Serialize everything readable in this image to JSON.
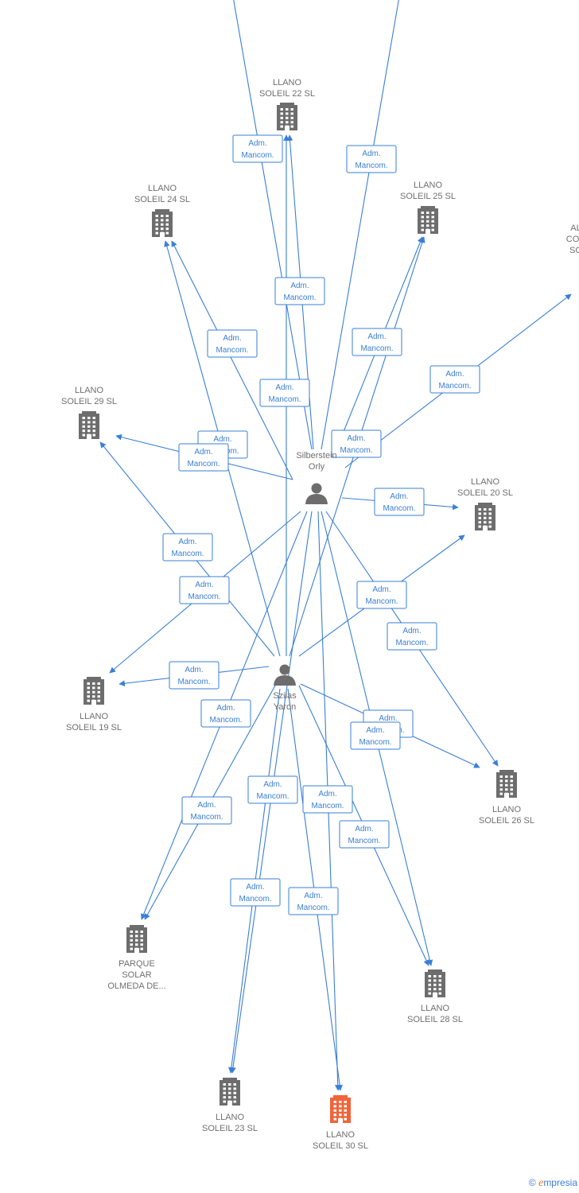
{
  "colors": {
    "edge": "#3a7fd5",
    "building": "#6d6d6d",
    "building_highlight": "#f0643a",
    "person": "#6d6d6d",
    "label": "#6f6f6f"
  },
  "persons": [
    {
      "id": "orly",
      "lines": [
        "Silberstein",
        "Orly"
      ]
    },
    {
      "id": "yaron",
      "lines": [
        "Szilas",
        "Yaron"
      ]
    }
  ],
  "companies": [
    {
      "id": "ls22",
      "lines": [
        "LLANO",
        "SOLEIL 22 SL"
      ]
    },
    {
      "id": "ls24",
      "lines": [
        "LLANO",
        "SOLEIL 24 SL"
      ]
    },
    {
      "id": "ls25",
      "lines": [
        "LLANO",
        "SOLEIL 25 SL"
      ]
    },
    {
      "id": "al",
      "lines": [
        "AL",
        "CON",
        "SO"
      ]
    },
    {
      "id": "ls29",
      "lines": [
        "LLANO",
        "SOLEIL 29 SL"
      ]
    },
    {
      "id": "ls20",
      "lines": [
        "LLANO",
        "SOLEIL 20 SL"
      ]
    },
    {
      "id": "ls19",
      "lines": [
        "LLANO",
        "SOLEIL 19 SL"
      ]
    },
    {
      "id": "ls26",
      "lines": [
        "LLANO",
        "SOLEIL 26 SL"
      ]
    },
    {
      "id": "pso",
      "lines": [
        "PARQUE",
        "SOLAR",
        "OLMEDA DE..."
      ]
    },
    {
      "id": "ls28",
      "lines": [
        "LLANO",
        "SOLEIL 28 SL"
      ]
    },
    {
      "id": "ls23",
      "lines": [
        "LLANO",
        "SOLEIL 23 SL"
      ]
    },
    {
      "id": "ls30",
      "lines": [
        "LLANO",
        "SOLEIL 30 SL"
      ],
      "highlight": true
    }
  ],
  "edges": [
    {
      "from": "orly",
      "to": "top1",
      "label": [
        "Adm.",
        "Mancom."
      ]
    },
    {
      "from": "orly",
      "to": "top2",
      "label": [
        "Adm.",
        "Mancom."
      ]
    },
    {
      "from": "orly",
      "to": "ls22",
      "label": [
        "Adm.",
        "Mancom."
      ]
    },
    {
      "from": "yaron",
      "to": "ls22",
      "label": [
        "Adm.",
        "Mancom."
      ]
    },
    {
      "from": "orly",
      "to": "ls24",
      "label": [
        "Adm.",
        "Mancom."
      ]
    },
    {
      "from": "yaron",
      "to": "ls24",
      "label": [
        "Adm.",
        "Mancom."
      ]
    },
    {
      "from": "orly",
      "to": "ls25",
      "label": [
        "Adm.",
        "Mancom."
      ]
    },
    {
      "from": "yaron",
      "to": "ls25",
      "label": [
        "Adm.",
        "Mancom."
      ]
    },
    {
      "from": "orly",
      "to": "al",
      "label": [
        "Adm.",
        "Mancom."
      ]
    },
    {
      "from": "orly",
      "to": "ls29",
      "label": [
        "Adm.",
        "Mancom."
      ]
    },
    {
      "from": "yaron",
      "to": "ls29",
      "label": [
        "Adm.",
        "Mancom."
      ]
    },
    {
      "from": "orly",
      "to": "ls20",
      "label": [
        "Adm.",
        "Mancom."
      ]
    },
    {
      "from": "yaron",
      "to": "ls20",
      "label": [
        "Adm.",
        "Mancom."
      ]
    },
    {
      "from": "orly",
      "to": "ls19",
      "label": [
        "Adm.",
        "Mancom."
      ]
    },
    {
      "from": "yaron",
      "to": "ls19",
      "label": [
        "Adm.",
        "Mancom."
      ]
    },
    {
      "from": "orly",
      "to": "ls26",
      "label": [
        "Adm.",
        "Mancom."
      ]
    },
    {
      "from": "yaron",
      "to": "ls26",
      "label": [
        "Adm.",
        "Mancom."
      ]
    },
    {
      "from": "orly",
      "to": "pso",
      "label": [
        "Adm.",
        "Mancom."
      ]
    },
    {
      "from": "yaron",
      "to": "pso",
      "label": [
        "Adm.",
        "Mancom."
      ]
    },
    {
      "from": "orly",
      "to": "ls28",
      "label": [
        "Adm.",
        "Mancom."
      ]
    },
    {
      "from": "yaron",
      "to": "ls28",
      "label": [
        "Adm.",
        "Mancom."
      ]
    },
    {
      "from": "orly",
      "to": "ls23",
      "label": [
        "Adm.",
        "Mancom."
      ]
    },
    {
      "from": "yaron",
      "to": "ls23",
      "label": [
        "Adm.",
        "Mancom."
      ]
    },
    {
      "from": "orly",
      "to": "ls30",
      "label": [
        "Adm.",
        "Mancom."
      ]
    },
    {
      "from": "yaron",
      "to": "ls30",
      "label": [
        "Adm.",
        "Mancom."
      ]
    }
  ],
  "footer": {
    "copyright": "©",
    "brand_initial": "e",
    "brand_rest": "mpresia"
  }
}
